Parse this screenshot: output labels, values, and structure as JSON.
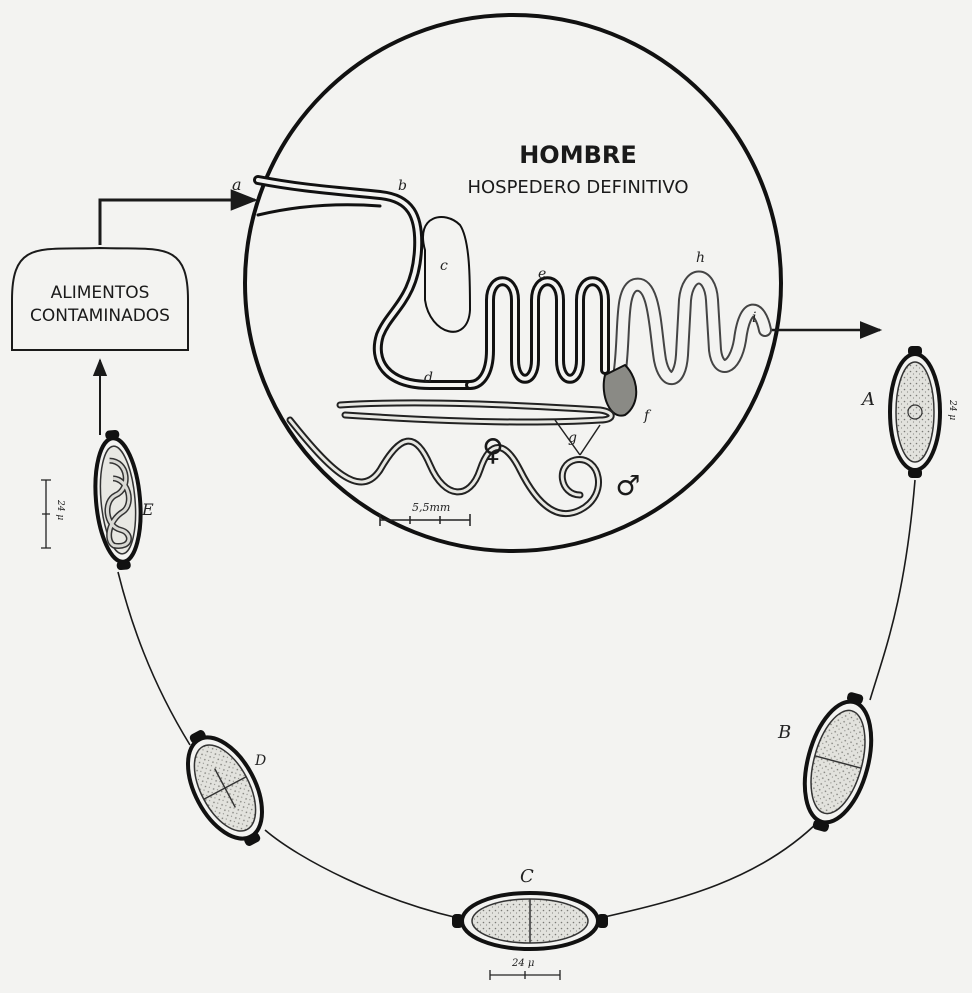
{
  "host": {
    "title": "HOMBRE",
    "subtitle": "HOSPEDERO DEFINITIVO"
  },
  "food_box": {
    "line1": "ALIMENTOS",
    "line2": "CONTAMINADOS"
  },
  "organ_labels": {
    "a": "a",
    "b": "b",
    "c": "c",
    "d": "d",
    "e": "e",
    "f": "f",
    "g": "g",
    "h": "h",
    "i": "i"
  },
  "sex_symbols": {
    "female": "♀",
    "male": "♂"
  },
  "scale_bars": {
    "worm": "5,5mm",
    "egg_c": "24 μ",
    "egg_a": "24 μ",
    "egg_e": "24 μ"
  },
  "eggs": [
    {
      "id": "A",
      "label": "A"
    },
    {
      "id": "B",
      "label": "B"
    },
    {
      "id": "C",
      "label": "C"
    },
    {
      "id": "D",
      "label": "D"
    },
    {
      "id": "E",
      "label": "E"
    }
  ],
  "colors": {
    "ink": "#1a1a1a",
    "paper": "#f3f3f1",
    "egg_fill": "#d9d9d4"
  }
}
